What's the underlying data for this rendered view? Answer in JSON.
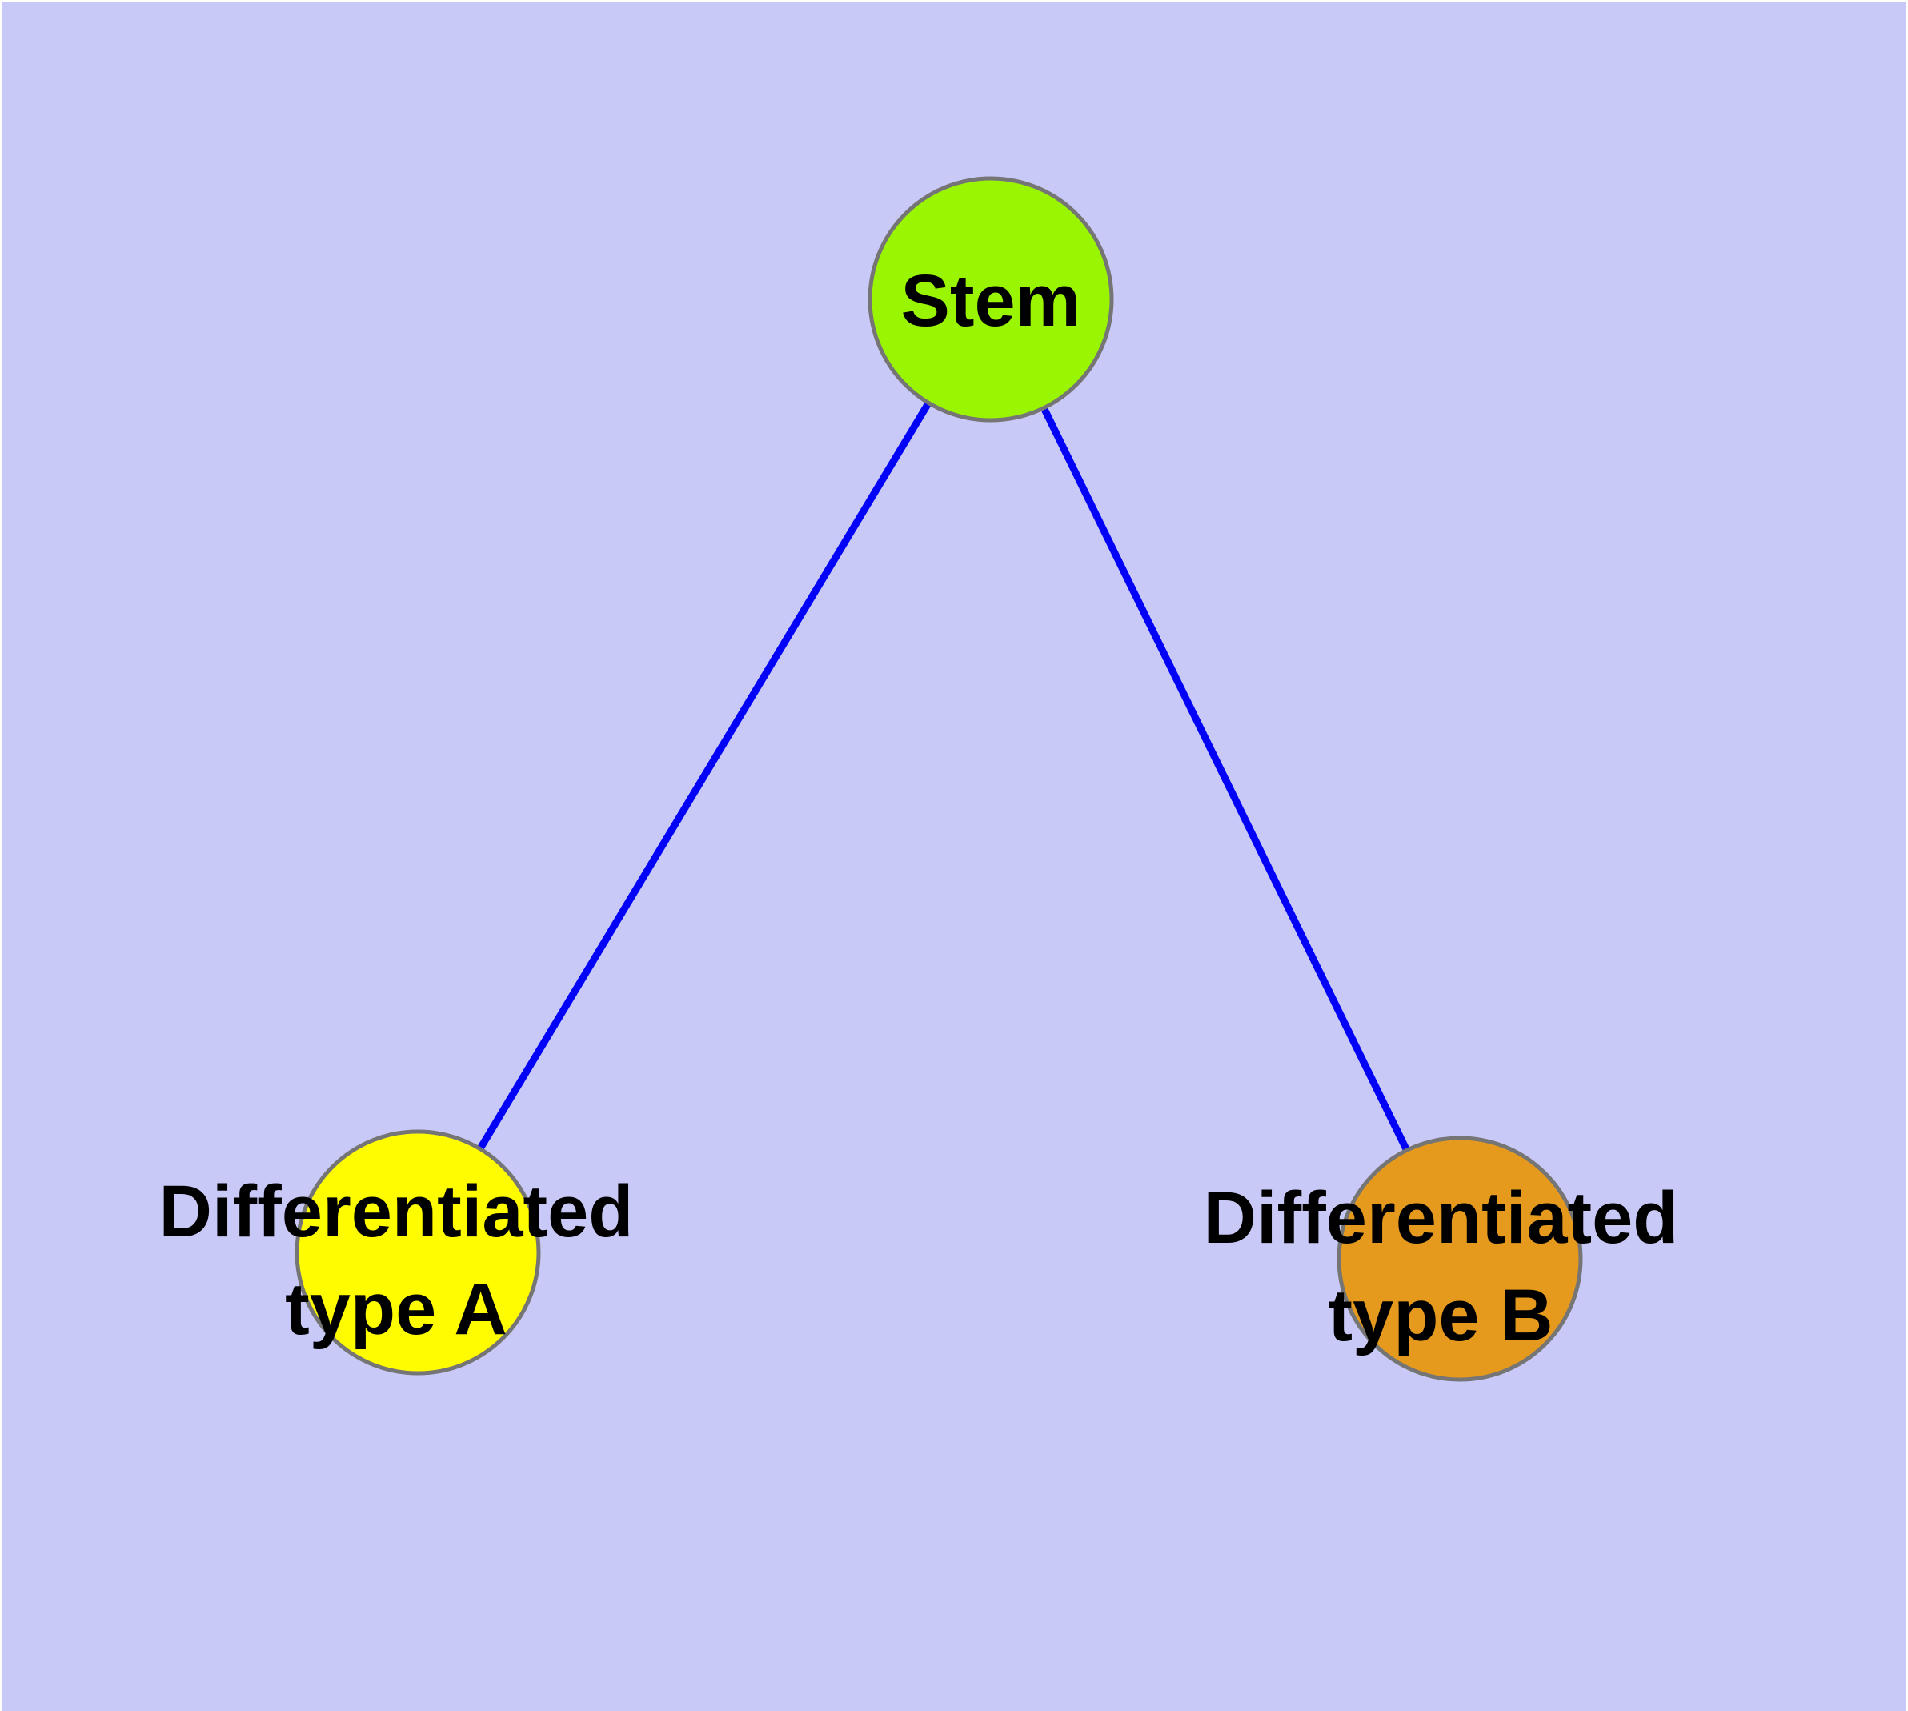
{
  "diagram": {
    "type": "graph",
    "colors": {
      "background": "#C9C9F7",
      "page_margin": "#FFFFFF",
      "edge": "#0202F8",
      "node_border": "#757575",
      "label_text": "#000000",
      "stem_fill": "#9AF502",
      "type_a_fill": "#FFFC00",
      "type_b_fill": "#E59A1D"
    },
    "nodes": [
      {
        "id": "stem",
        "label": "Stem",
        "label_lines": [
          "Stem"
        ],
        "color": "#9AF502"
      },
      {
        "id": "differentiated-type-a",
        "label": "Differentiated type A",
        "label_lines": [
          "Differentiated",
          "type A"
        ],
        "color": "#FFFC00"
      },
      {
        "id": "differentiated-type-b",
        "label": "Differentiated type B",
        "label_lines": [
          "Differentiated",
          "type B"
        ],
        "color": "#E59A1D"
      }
    ],
    "edges": [
      {
        "from": "Stem",
        "to": "Differentiated type A"
      },
      {
        "from": "Stem",
        "to": "Differentiated type B"
      }
    ]
  }
}
